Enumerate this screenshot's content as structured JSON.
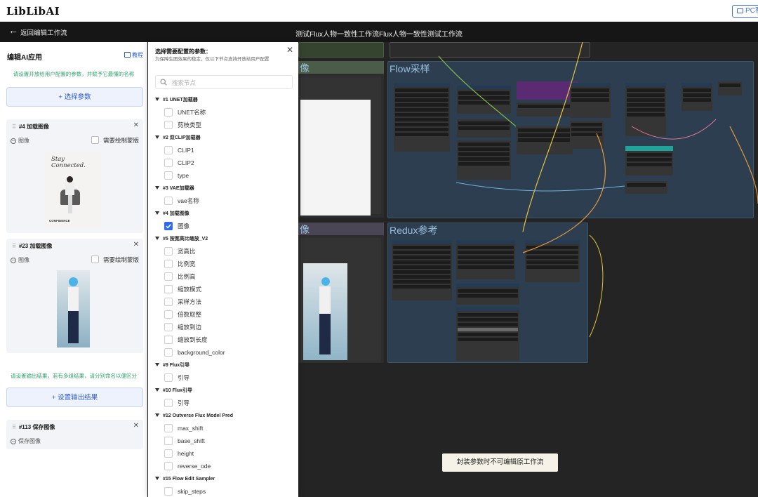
{
  "app": {
    "logo_text": "LibLibAI",
    "pc_button": "PC客户端"
  },
  "header": {
    "back_label": "返回编辑工作流",
    "workflow_title": "测试Flux人物一致性工作流Flux人物一致性测试工作流"
  },
  "left_panel": {
    "title": "编辑AI应用",
    "tutorial_label": "教程",
    "input_hint": "请设置开放给用户配置的参数，并赋予它最懂的名称",
    "select_params_button": "+ 选择参数",
    "input_cards": [
      {
        "title": "#4 加载图像",
        "field": "图像",
        "mask_label": "需要绘制蒙版",
        "image_text": {
          "line1": "Stay",
          "line2": "Connected.",
          "brand": "CONFIDENCE"
        }
      },
      {
        "title": "#23 加载图像",
        "field": "图像",
        "mask_label": "需要绘制蒙版"
      }
    ],
    "output_hint": "请设置输出结果，若有多组结果，请分别命名以便区分",
    "set_output_button": "+ 设置输出结果",
    "output_cards": [
      {
        "title": "#113 保存图像",
        "field": "保存图像"
      }
    ]
  },
  "canvas": {
    "groups": [
      {
        "title": "像"
      },
      {
        "title": "Flow采样"
      },
      {
        "title": "像"
      },
      {
        "title": "Redux参考"
      }
    ],
    "seal_notice": "封装参数时不可编辑原工作流"
  },
  "popup": {
    "title": "选择需要配置的参数：",
    "subtitle": "为保障生图效果的稳定，仅以下节点支持开放给用户配置",
    "search_placeholder": "搜索节点",
    "sections": [
      {
        "label": "#1 UNET加载器",
        "items": [
          {
            "label": "UNET名称",
            "checked": false
          },
          {
            "label": "剪枝类型",
            "checked": false
          }
        ]
      },
      {
        "label": "#2 双CLIP加载器",
        "items": [
          {
            "label": "CLIP1",
            "checked": false
          },
          {
            "label": "CLIP2",
            "checked": false
          },
          {
            "label": "type",
            "checked": false
          }
        ]
      },
      {
        "label": "#3 VAE加载器",
        "items": [
          {
            "label": "vae名称",
            "checked": false
          }
        ]
      },
      {
        "label": "#4 加载图像",
        "items": [
          {
            "label": "图像",
            "checked": true
          }
        ]
      },
      {
        "label": "#5 按宽高比缩放_V2",
        "items": [
          {
            "label": "宽高比",
            "checked": false
          },
          {
            "label": "比例宽",
            "checked": false
          },
          {
            "label": "比例高",
            "checked": false
          },
          {
            "label": "缩放模式",
            "checked": false
          },
          {
            "label": "采样方法",
            "checked": false
          },
          {
            "label": "倍数取整",
            "checked": false
          },
          {
            "label": "缩放到边",
            "checked": false
          },
          {
            "label": "缩放到长度",
            "checked": false
          },
          {
            "label": "background_color",
            "checked": false
          }
        ]
      },
      {
        "label": "#9 Flux引导",
        "items": [
          {
            "label": "引导",
            "checked": false
          }
        ]
      },
      {
        "label": "#10 Flux引导",
        "items": [
          {
            "label": "引导",
            "checked": false
          }
        ]
      },
      {
        "label": "#12 Outverse Flux Model Pred",
        "items": [
          {
            "label": "max_shift",
            "checked": false
          },
          {
            "label": "base_shift",
            "checked": false
          },
          {
            "label": "height",
            "checked": false
          },
          {
            "label": "reverse_ode",
            "checked": false
          }
        ]
      },
      {
        "label": "#15 Flow Edit Sampler",
        "items": [
          {
            "label": "skip_steps",
            "checked": false
          }
        ]
      }
    ]
  },
  "colors": {
    "accent": "#2f6bf0",
    "hint_green": "#2ea36a",
    "canvas_bg": "#242424",
    "group_blue": "#2c3e4f",
    "group_purple": "#3a3644",
    "group_green": "#35442f"
  }
}
